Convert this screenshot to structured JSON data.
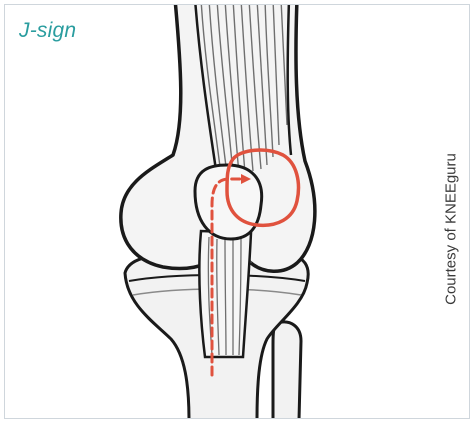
{
  "figure": {
    "title": "J-sign",
    "credit": "Courtesy of KNEEguru"
  },
  "colors": {
    "title": "#2a9d9f",
    "frame_border": "#cfd6dc",
    "bone_fill": "#f2f2f2",
    "outline": "#1a1a1a",
    "tendon_lines": "#6f6f6f",
    "patella_path": "#e0523e"
  },
  "illustration": {
    "subject": "knee-joint-front-view",
    "parts": [
      "femur",
      "quadriceps-tendon",
      "patella",
      "patellar-tendon",
      "tibia",
      "fibula",
      "lateral-patella-position",
      "j-sign-path"
    ]
  }
}
